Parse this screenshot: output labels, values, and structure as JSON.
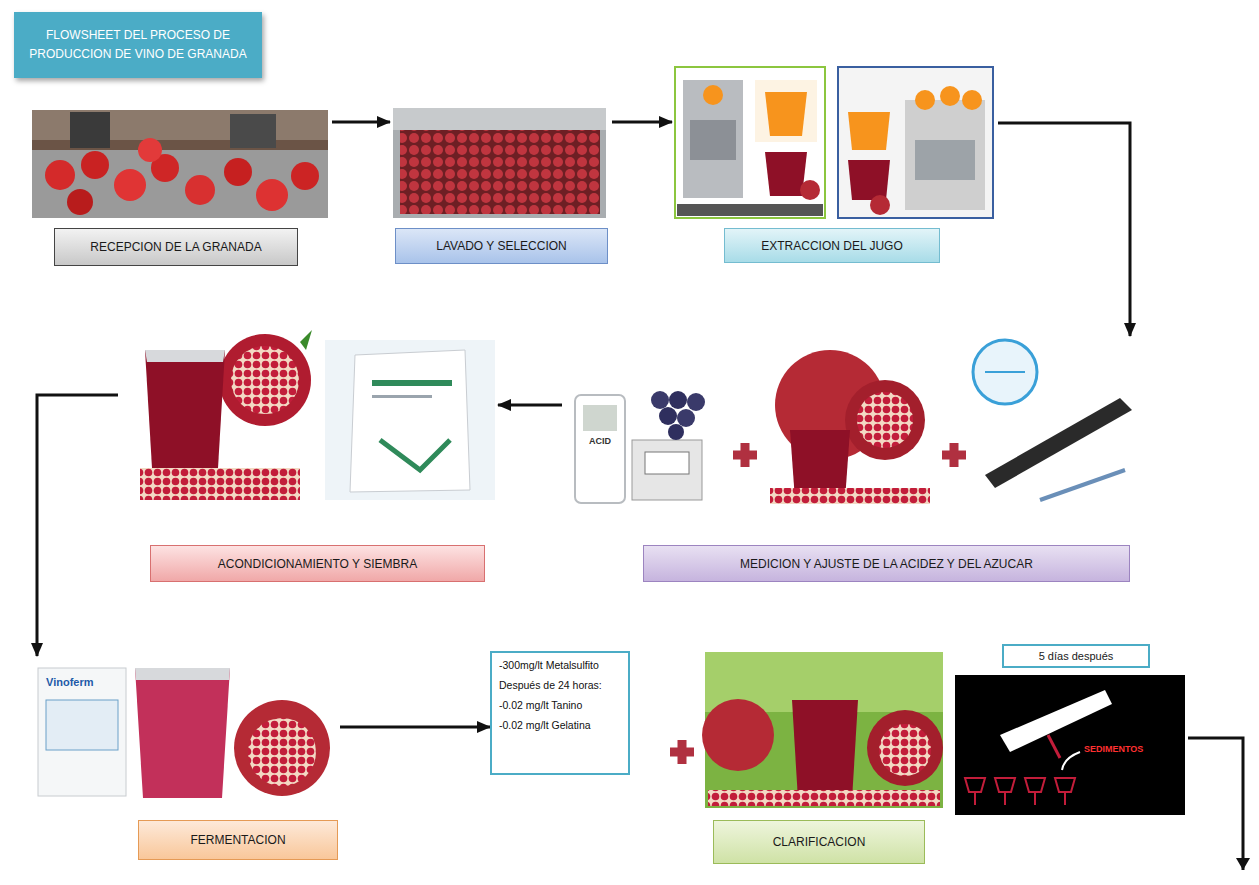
{
  "diagram": {
    "title": "FLOWSHEET DEL PROCESO DE PRODUCCION DE VINO DE GRANADA",
    "nodes": [
      {
        "text": [
          "RECEPCION DE LA GRANADA"
        ]
      },
      {
        "text": [
          "LAVADO Y SELECCION"
        ]
      },
      {
        "text": [
          "EXTRACCION DEL JUGO"
        ]
      },
      {
        "text": [
          "ACONDICIONAMIENTO Y SIEMBRA"
        ]
      },
      {
        "text": [
          "MEDICION Y AJUSTE DE LA ACIDEZ Y DEL AZUCAR"
        ]
      },
      {
        "text": [
          "FERMENTACION"
        ]
      },
      {
        "text": [
          "-300mg/lt Metalsulfito",
          "Después de 24 horas:",
          "-0.02 mg/lt Tanino",
          "-0.02 mg/lt Gelatina"
        ]
      },
      {
        "text": [
          "CLARIFICACION"
        ]
      },
      {
        "text": [
          "5 días después"
        ]
      }
    ],
    "edges": [
      {
        "from": 0,
        "to": 1,
        "arrow": "to"
      },
      {
        "from": 1,
        "to": 2,
        "arrow": "to"
      },
      {
        "from": 2,
        "to": 4,
        "arrow": "to"
      },
      {
        "from": 4,
        "to": 3,
        "arrow": "to"
      },
      {
        "from": 3,
        "to": 5,
        "arrow": "to"
      },
      {
        "from": 5,
        "to": 6,
        "arrow": "to"
      }
    ],
    "labels": [
      "ACID",
      "Vinoferm",
      "SEDIMENTOS"
    ]
  }
}
